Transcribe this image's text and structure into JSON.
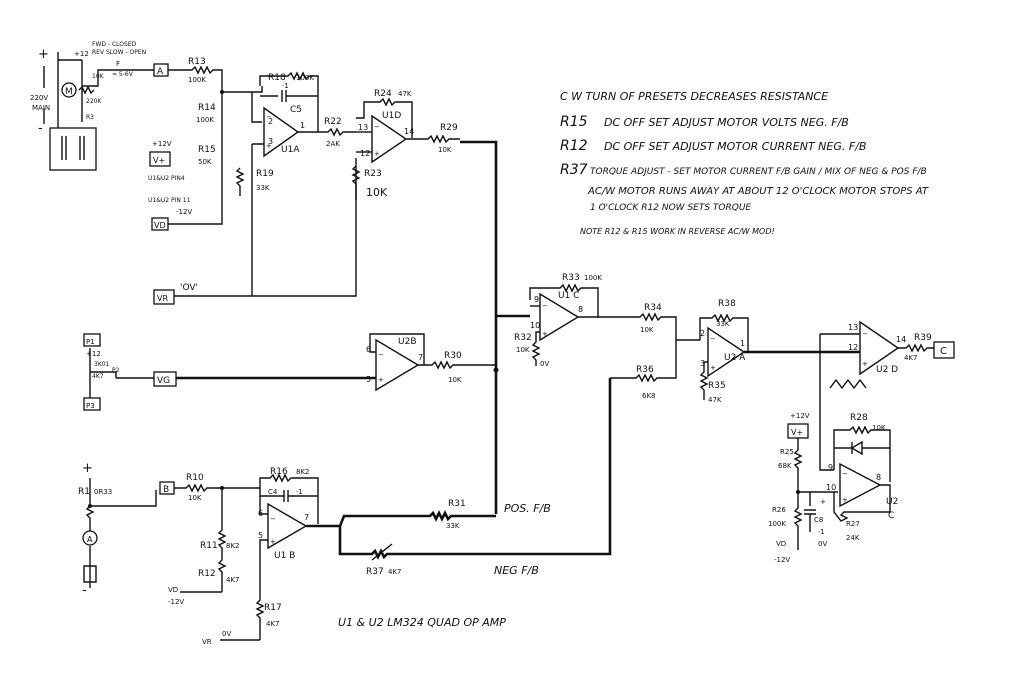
{
  "notes": {
    "n1": "C W TURN OF PRESETS DECREASES RESISTANCE",
    "n2_ref": "R15",
    "n2_text": "DC  OFF SET  ADJUST   MOTOR VOLTS NEG. F/B",
    "n3_ref": "R12",
    "n3_text": "DC  OFF SET  ADJUST  MOTOR  CURRENT  NEG. F/B",
    "n4_ref": "R37",
    "n4_text": "TORQUE ADJUST - SET MOTOR CURRENT F/B GAIN / MIX OF NEG & POS F/B",
    "n5": "AC/W MOTOR RUNS AWAY  AT ABOUT 12 O'CLOCK MOTOR STOPS AT",
    "n6": "1 O'CLOCK  R12  NOW SETS TORQUE",
    "n7": "NOTE  R12 & R15 WORK IN REVERSE AC/W MOD!",
    "n8": "U1 & U2  LM324  QUAD OP AMP"
  },
  "power": {
    "plus": "+",
    "minus": "-",
    "v220": "220V",
    "mains": "MAIN",
    "plus12": "+12",
    "fwd": "FWD - CLOSED",
    "rev": "REV SLOW - OPEN",
    "f_label": "F",
    "f_value": "≈ 5-6V",
    "plus12v": "+12V",
    "minus12v": "-12V",
    "u1u2_pin4": "U1&U2 PIN4",
    "u1u2_pin11": "U1&U2 PIN 11",
    "ov": "'OV'",
    "r1_val": "0R33"
  },
  "nodes": {
    "a": "A",
    "b": "B",
    "c": "C",
    "vplus": "V+",
    "vd": "VD",
    "vr": "VR",
    "vg": "VG",
    "m": "M",
    "amp": "A"
  },
  "resistors": {
    "r3": "R3",
    "r3v": "220K",
    "r10k": "10K",
    "r13": "R13",
    "r13v": "100K",
    "r14": "R14",
    "r14v": "100K",
    "r15": "R15",
    "r15v": "50K",
    "r18": "R18",
    "r18v": "100K",
    "r19": "R19",
    "r19v": "33K",
    "r22": "R22",
    "r22v": "2AK",
    "r23": "R23",
    "r23v": "10K",
    "r24": "R24",
    "r24v": "47K",
    "r29": "R29",
    "r29v": "10K",
    "r30": "R30",
    "r30v": "10K",
    "r31": "R31",
    "r31v": "33K",
    "r32": "R32",
    "r32v": "10K",
    "r33": "R33",
    "r33v": "100K",
    "r34": "R34",
    "r34v": "10K",
    "r35": "R35",
    "r35v": "47K",
    "r36": "R36",
    "r36v": "6K8",
    "r37": "R37",
    "r37v": "4K7",
    "r38": "R38",
    "r38v": "33K",
    "r39": "R39",
    "r39v": "4K7",
    "r10": "R10",
    "r10v": "10K",
    "r11": "R11",
    "r11v": "8K2",
    "r12": "R12",
    "r12v": "4K7",
    "r16": "R16",
    "r16v": "8K2",
    "r17": "R17",
    "r17v": "4K7",
    "r1": "R1",
    "r25": "R25",
    "r25v": "68K",
    "r26": "R26",
    "r26v": "100K",
    "r27": "R27",
    "r27v": "24K",
    "r28": "R28",
    "r28v": "10K",
    "p1": "P1",
    "p2": "P2",
    "p3": "P3",
    "p2a": "P2",
    "r3a": "3K01",
    "r3b": "4K7"
  },
  "caps": {
    "c5": "C5",
    "c4": "C4",
    "c4v": "·1",
    "c8": "C8",
    "c8v": "·1",
    "c5v": "·1",
    "plus": "+",
    "ov": "0V"
  },
  "opamps": {
    "u1a": "U1A",
    "u1d": "U1D",
    "u1b": "U1 B",
    "u1c": "U1 C",
    "u2a": "U2 A",
    "u2b": "U2B",
    "u2c": "U2\nC",
    "u2c_a": "U2",
    "u2c_b": "C",
    "u2d": "U2 D"
  },
  "pins": {
    "p1": "1",
    "p2": "2",
    "p3": "3",
    "p5": "5",
    "p6": "6",
    "p7": "7",
    "p8": "8",
    "p9": "9",
    "p10": "10",
    "p12": "12",
    "p13": "13",
    "p14": "14"
  },
  "fb": {
    "pos": "POS. F/B",
    "neg": "NEG F/B"
  }
}
